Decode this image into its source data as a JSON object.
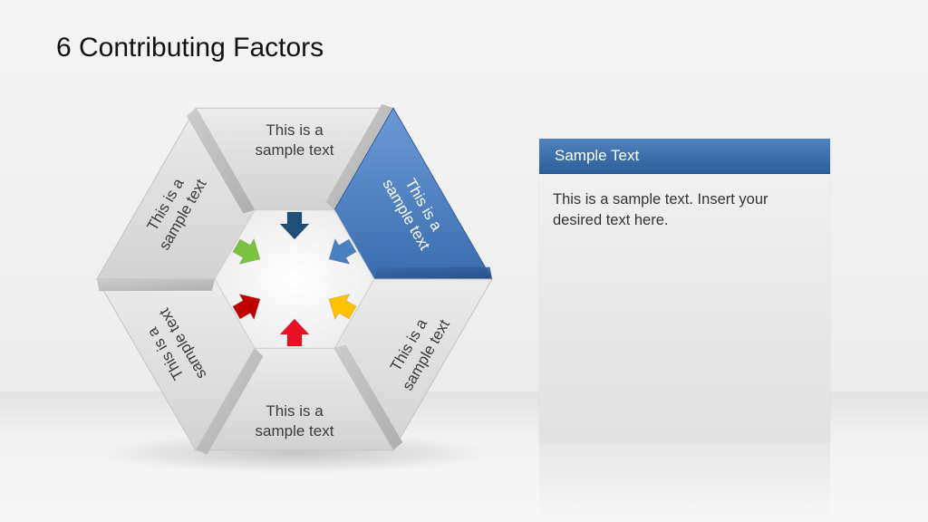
{
  "slide": {
    "title": "6 Contributing Factors"
  },
  "diagram": {
    "segments": [
      {
        "id": "top",
        "label_lines": [
          "This is a",
          "sample text"
        ],
        "highlighted": false
      },
      {
        "id": "upper-right",
        "label_lines": [
          "This is a",
          "sample text"
        ],
        "highlighted": true
      },
      {
        "id": "lower-right",
        "label_lines": [
          "This is a",
          "sample text"
        ],
        "highlighted": false
      },
      {
        "id": "bottom",
        "label_lines": [
          "This is a",
          "sample text"
        ],
        "highlighted": false
      },
      {
        "id": "lower-left",
        "label_lines": [
          "This is a",
          "sample text"
        ],
        "highlighted": false
      },
      {
        "id": "upper-left",
        "label_lines": [
          "This is a",
          "sample text"
        ],
        "highlighted": false
      }
    ],
    "center_arrows": [
      {
        "from": "top",
        "color": "#1f4e79",
        "icon": "arrow-down-icon"
      },
      {
        "from": "upper-right",
        "color": "#4a7fc1",
        "icon": "arrow-down-left-icon"
      },
      {
        "from": "lower-right",
        "color": "#ffc000",
        "icon": "arrow-up-left-icon"
      },
      {
        "from": "bottom",
        "color": "#e81123",
        "icon": "arrow-up-icon"
      },
      {
        "from": "lower-left",
        "color": "#c00000",
        "icon": "arrow-up-right-icon"
      },
      {
        "from": "upper-left",
        "color": "#7cc242",
        "icon": "arrow-down-right-icon"
      }
    ],
    "colors": {
      "segment_fill": "#dcdcdc",
      "highlight_fill": "#4a7fc1"
    }
  },
  "panel": {
    "header": "Sample Text",
    "body": "This is a sample text. Insert your desired text here."
  }
}
